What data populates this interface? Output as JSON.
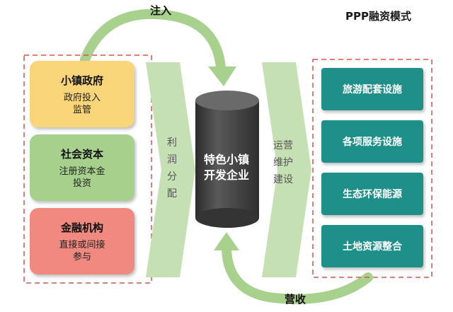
{
  "title": "PPP融资模式",
  "arrows": {
    "top_label": "注入",
    "bottom_label": "营收"
  },
  "left_column": [
    {
      "head": "小镇政府",
      "sub": [
        "政府投入",
        "监管"
      ],
      "color": "#f9d57a"
    },
    {
      "head": "社会资本",
      "sub": [
        "注册资本金",
        "投资"
      ],
      "color": "#a8d08d"
    },
    {
      "head": "金融机构",
      "sub": [
        "直接或间接",
        "参与"
      ],
      "color": "#f08a80"
    }
  ],
  "left_chevron_text": [
    "利",
    "润",
    "分",
    "配"
  ],
  "center": [
    "特色小镇",
    "开发企业"
  ],
  "right_chevron_text": [
    "运营",
    "维护",
    "建设"
  ],
  "right_column": [
    {
      "label": "旅游配套设施"
    },
    {
      "label": "各项服务设施"
    },
    {
      "label": "生态环保能源"
    },
    {
      "label": "土地资源整合"
    }
  ],
  "colors": {
    "arrow_green": "#a9d18e",
    "chevron_green": "#c5e0b3",
    "cylinder": "#4a4a4a",
    "teal": "#1f8f8a",
    "dashed_border": "#d9534f"
  }
}
